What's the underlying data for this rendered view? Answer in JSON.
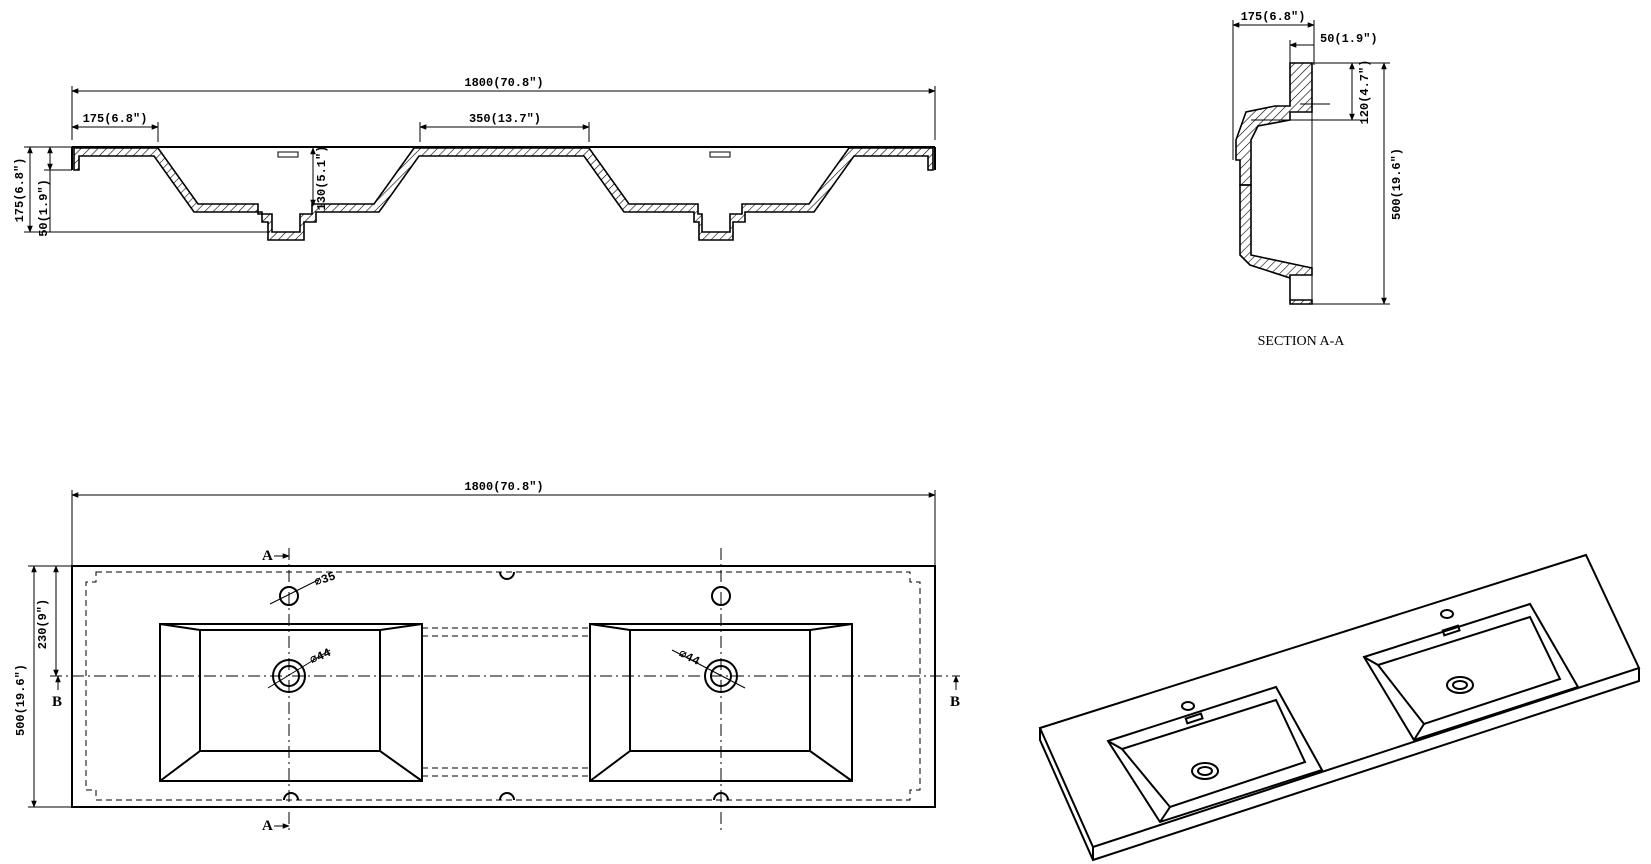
{
  "front_section": {
    "overall_width": "1800(70.8\")",
    "edge_width": "175(6.8\")",
    "center_width": "350(13.7\")",
    "bowl_depth": "130(5.1\")",
    "total_height": "175(6.8\")",
    "top_thickness": "50(1.9\")"
  },
  "section_a_a": {
    "title": "SECTION A-A",
    "top_height": "175(6.8\")",
    "lip": "50(1.9\")",
    "drain_offset": "120(4.7\")",
    "depth": "500(19.6\")"
  },
  "plan_view": {
    "overall_width": "1800(70.8\")",
    "depth": "500(19.6\")",
    "center_line": "230(9\")",
    "tap_hole": "⌀35",
    "drain_left": "⌀44",
    "drain_right": "⌀44",
    "section_marker_a": "A",
    "section_marker_b": "B"
  },
  "colors": {
    "line": "#000000",
    "background": "#ffffff"
  }
}
